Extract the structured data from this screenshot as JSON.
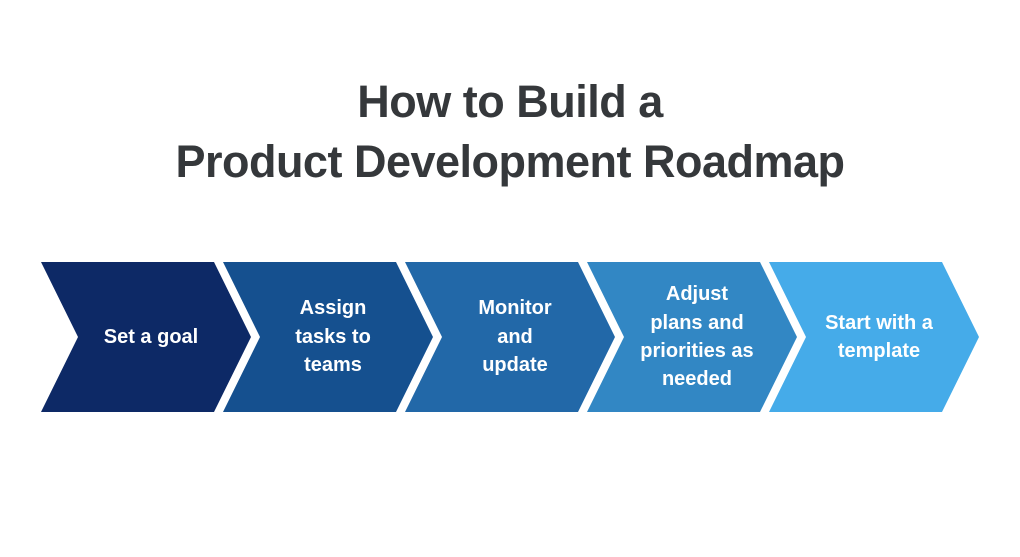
{
  "title": {
    "text": "How to Build a\nProduct Development Roadmap"
  },
  "steps": [
    {
      "label": "Set a goal",
      "color": "#0d2966"
    },
    {
      "label": "Assign\ntasks to\nteams",
      "color": "#15508f"
    },
    {
      "label": "Monitor\nand\nupdate",
      "color": "#2268a8"
    },
    {
      "label": "Adjust\nplans and\npriorities as\nneeded",
      "color": "#3287c4"
    },
    {
      "label": "Start with a\ntemplate",
      "color": "#45abe9"
    }
  ],
  "colors": {
    "background": "#ffffff",
    "title_text": "#35383b",
    "step_text": "#ffffff"
  }
}
